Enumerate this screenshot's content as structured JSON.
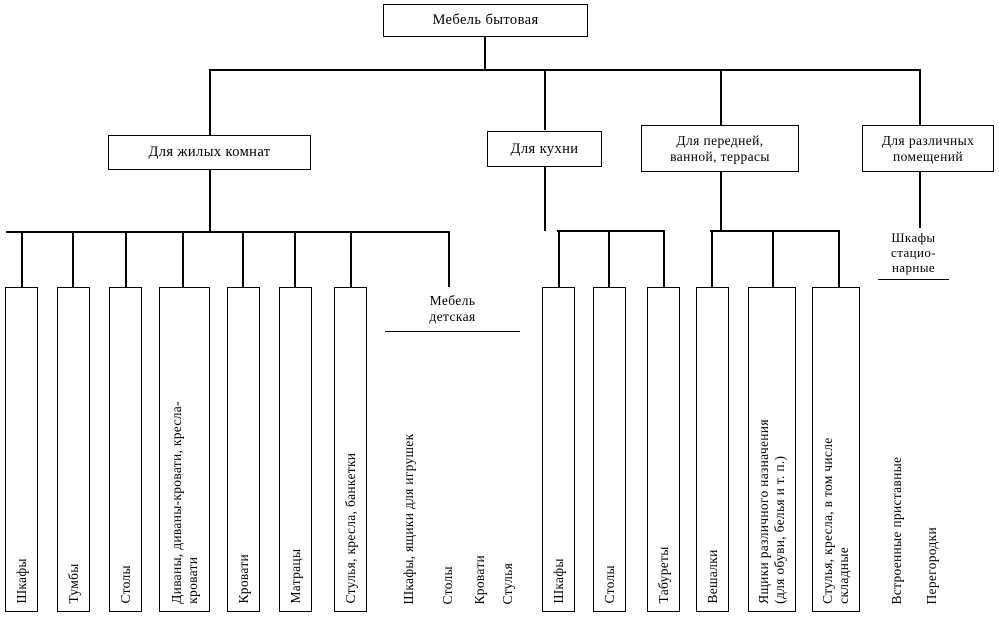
{
  "diagram": {
    "title_text": "Мебель бытовая",
    "type": "hierarchy-tree",
    "language": "ru",
    "line_color": "#000000",
    "background_color": "#ffffff",
    "root": {
      "label": "Мебель бытовая"
    },
    "level2": [
      {
        "id": "living",
        "label": "Для жилых комнат"
      },
      {
        "id": "kitchen",
        "label": "Для кухни"
      },
      {
        "id": "hall",
        "label": "Для передней,\nванной, террасы"
      },
      {
        "id": "various",
        "label": "Для различных\nпомещений"
      }
    ],
    "living_leaves": [
      {
        "label": "Шкафы"
      },
      {
        "label": "Тумбы"
      },
      {
        "label": "Столы"
      },
      {
        "label": "Диваны, диваны-кровати, кресла-\nкровати"
      },
      {
        "label": "Кровати"
      },
      {
        "label": "Матрацы"
      },
      {
        "label": "Стулья, кресла, банкетки"
      }
    ],
    "children_group": {
      "label": "Мебель\nдетская",
      "leaves": [
        {
          "label": "Шкафы, ящики для игрушек"
        },
        {
          "label": "Столы"
        },
        {
          "label": "Кровати"
        },
        {
          "label": "Стулья"
        }
      ]
    },
    "kitchen_leaves": [
      {
        "label": "Шкафы"
      },
      {
        "label": "Столы"
      },
      {
        "label": "Табуреты"
      }
    ],
    "hall_leaves": [
      {
        "label": "Вешалки"
      },
      {
        "label": "Ящики различного назначения\n(для обуви, белья и т. п.)"
      },
      {
        "label": "Стулья, кресла, в том числе\nскладные"
      }
    ],
    "various_group": {
      "label": "Шкафы\nстацио-\nнарные",
      "leaves": [
        {
          "label": "Встроенные приставные"
        },
        {
          "label": "Перегородки"
        }
      ]
    }
  }
}
